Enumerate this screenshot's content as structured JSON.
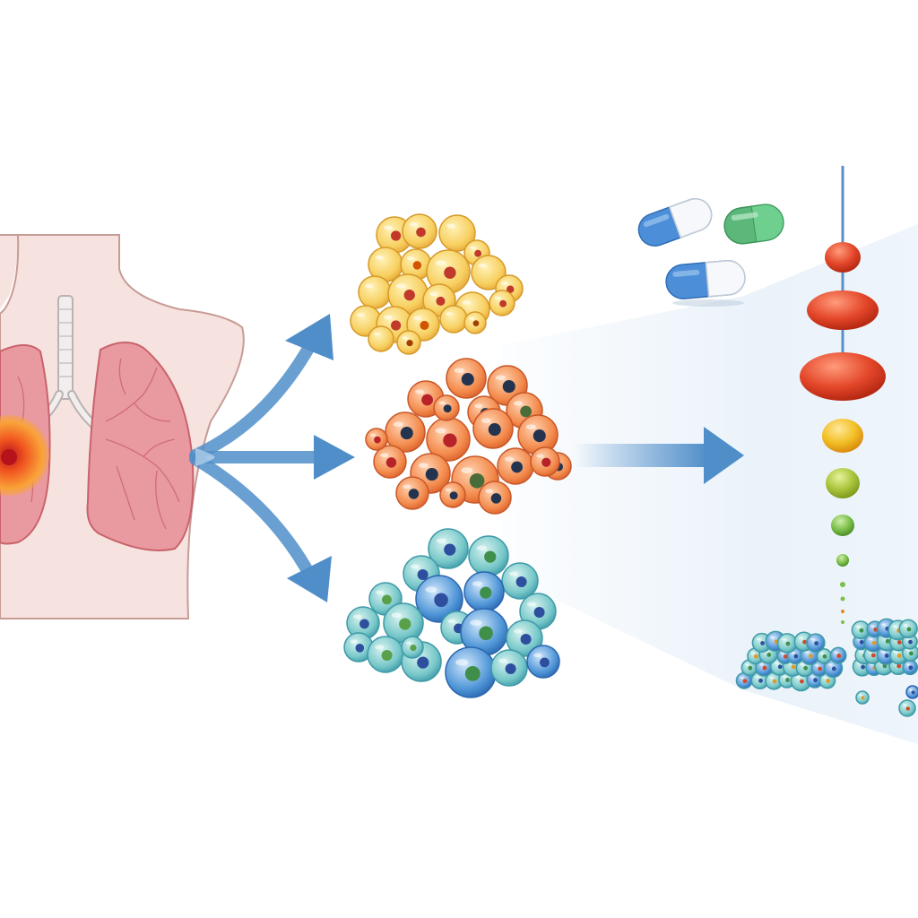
{
  "title": "",
  "colors": {
    "background": "#ffffff",
    "skin": "#f6e3df",
    "lung": "#e99aa0",
    "lung_dark": "#c9626b",
    "tumor": "#f07a2a",
    "arrow": "#4f8ec9",
    "cluster_yellow": "#f7cf5f",
    "cluster_orange": "#f38a4c",
    "cluster_teal": "#77c7c9",
    "cluster_blue": "#4e95d6",
    "pill_blue": "#4c8fd8",
    "pill_green": "#5bb87a",
    "marker_red": "#e4472a",
    "marker_orange": "#f08a1e",
    "marker_yellow": "#f2bf24",
    "marker_lime": "#a9c43a",
    "marker_green": "#7cbf4a"
  },
  "panels": {
    "lungs": {
      "label": "lungs-with-tumor"
    },
    "subtypes": [
      "yellow-cell-cluster",
      "orange-cell-cluster",
      "teal-blue-cell-cluster"
    ],
    "drugs": [
      "blue-white-capsule",
      "green-capsule",
      "blue-white-capsule"
    ],
    "biomarker_markers": [
      "red",
      "red-large",
      "red-large",
      "yellow",
      "lime",
      "green",
      "green-small",
      "dots"
    ]
  }
}
